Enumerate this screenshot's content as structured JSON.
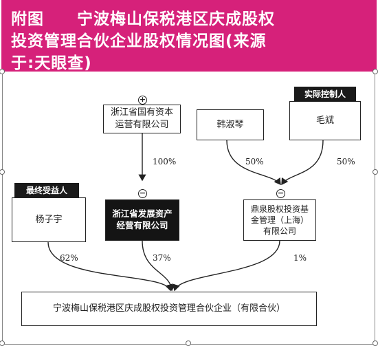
{
  "header": {
    "prefix": "附图",
    "title_line1": "宁波梅山保税港区庆成股权",
    "title_line2": "投资管理合伙企业股权情况图(来源",
    "title_line3": "于:天眼查)"
  },
  "nodes": {
    "state_assets": "浙江省国有资本运营有限公司",
    "han": "韩淑琴",
    "mao": "毛斌",
    "yang": "杨子宇",
    "zj_dev": "浙江省发展资产经营有限公司",
    "jingquan": "鼎泉股权投资基金管理（上海）有限公司",
    "target": "宁波梅山保税港区庆成股权投资管理合伙企业（有限合伙）"
  },
  "tags": {
    "controller": "实际控制人",
    "beneficiary": "最终受益人"
  },
  "edges": {
    "state_to_zj": "100%",
    "han_to_jq": "50%",
    "mao_to_jq": "50%",
    "yang_to_target": "62%",
    "zj_to_target": "37%",
    "jq_to_target": "1%"
  },
  "signs": {
    "plus": "+",
    "minus": "−"
  },
  "colors": {
    "header_bg": "#d6217a",
    "dark_box": "#141414"
  }
}
